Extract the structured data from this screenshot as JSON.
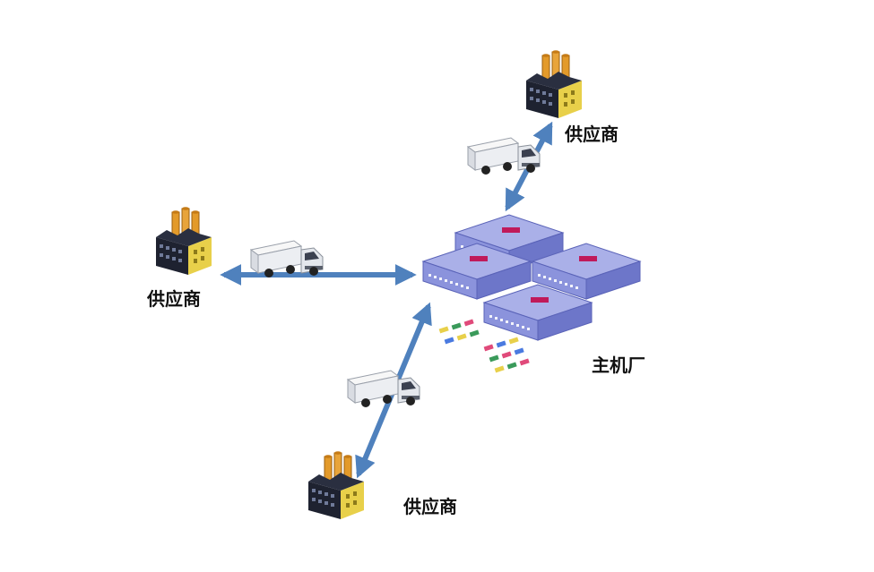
{
  "nodes": {
    "supplier_top": {
      "label": "供应商"
    },
    "supplier_left": {
      "label": "供应商"
    },
    "supplier_bottom": {
      "label": "供应商"
    },
    "oem_plant": {
      "label": "主机厂"
    }
  },
  "colors": {
    "arrow": "#4f81bd",
    "arrow_dark": "#2e5f99",
    "building_roof": "#aab0e8",
    "building_side": "#6d76c9",
    "building_front": "#8b93dc",
    "factory_dark": "#1e2230",
    "factory_yellow": "#e8d04a",
    "factory_orange": "#e39a2a",
    "truck_cab": "#eef0f4",
    "truck_wheel": "#222222"
  }
}
